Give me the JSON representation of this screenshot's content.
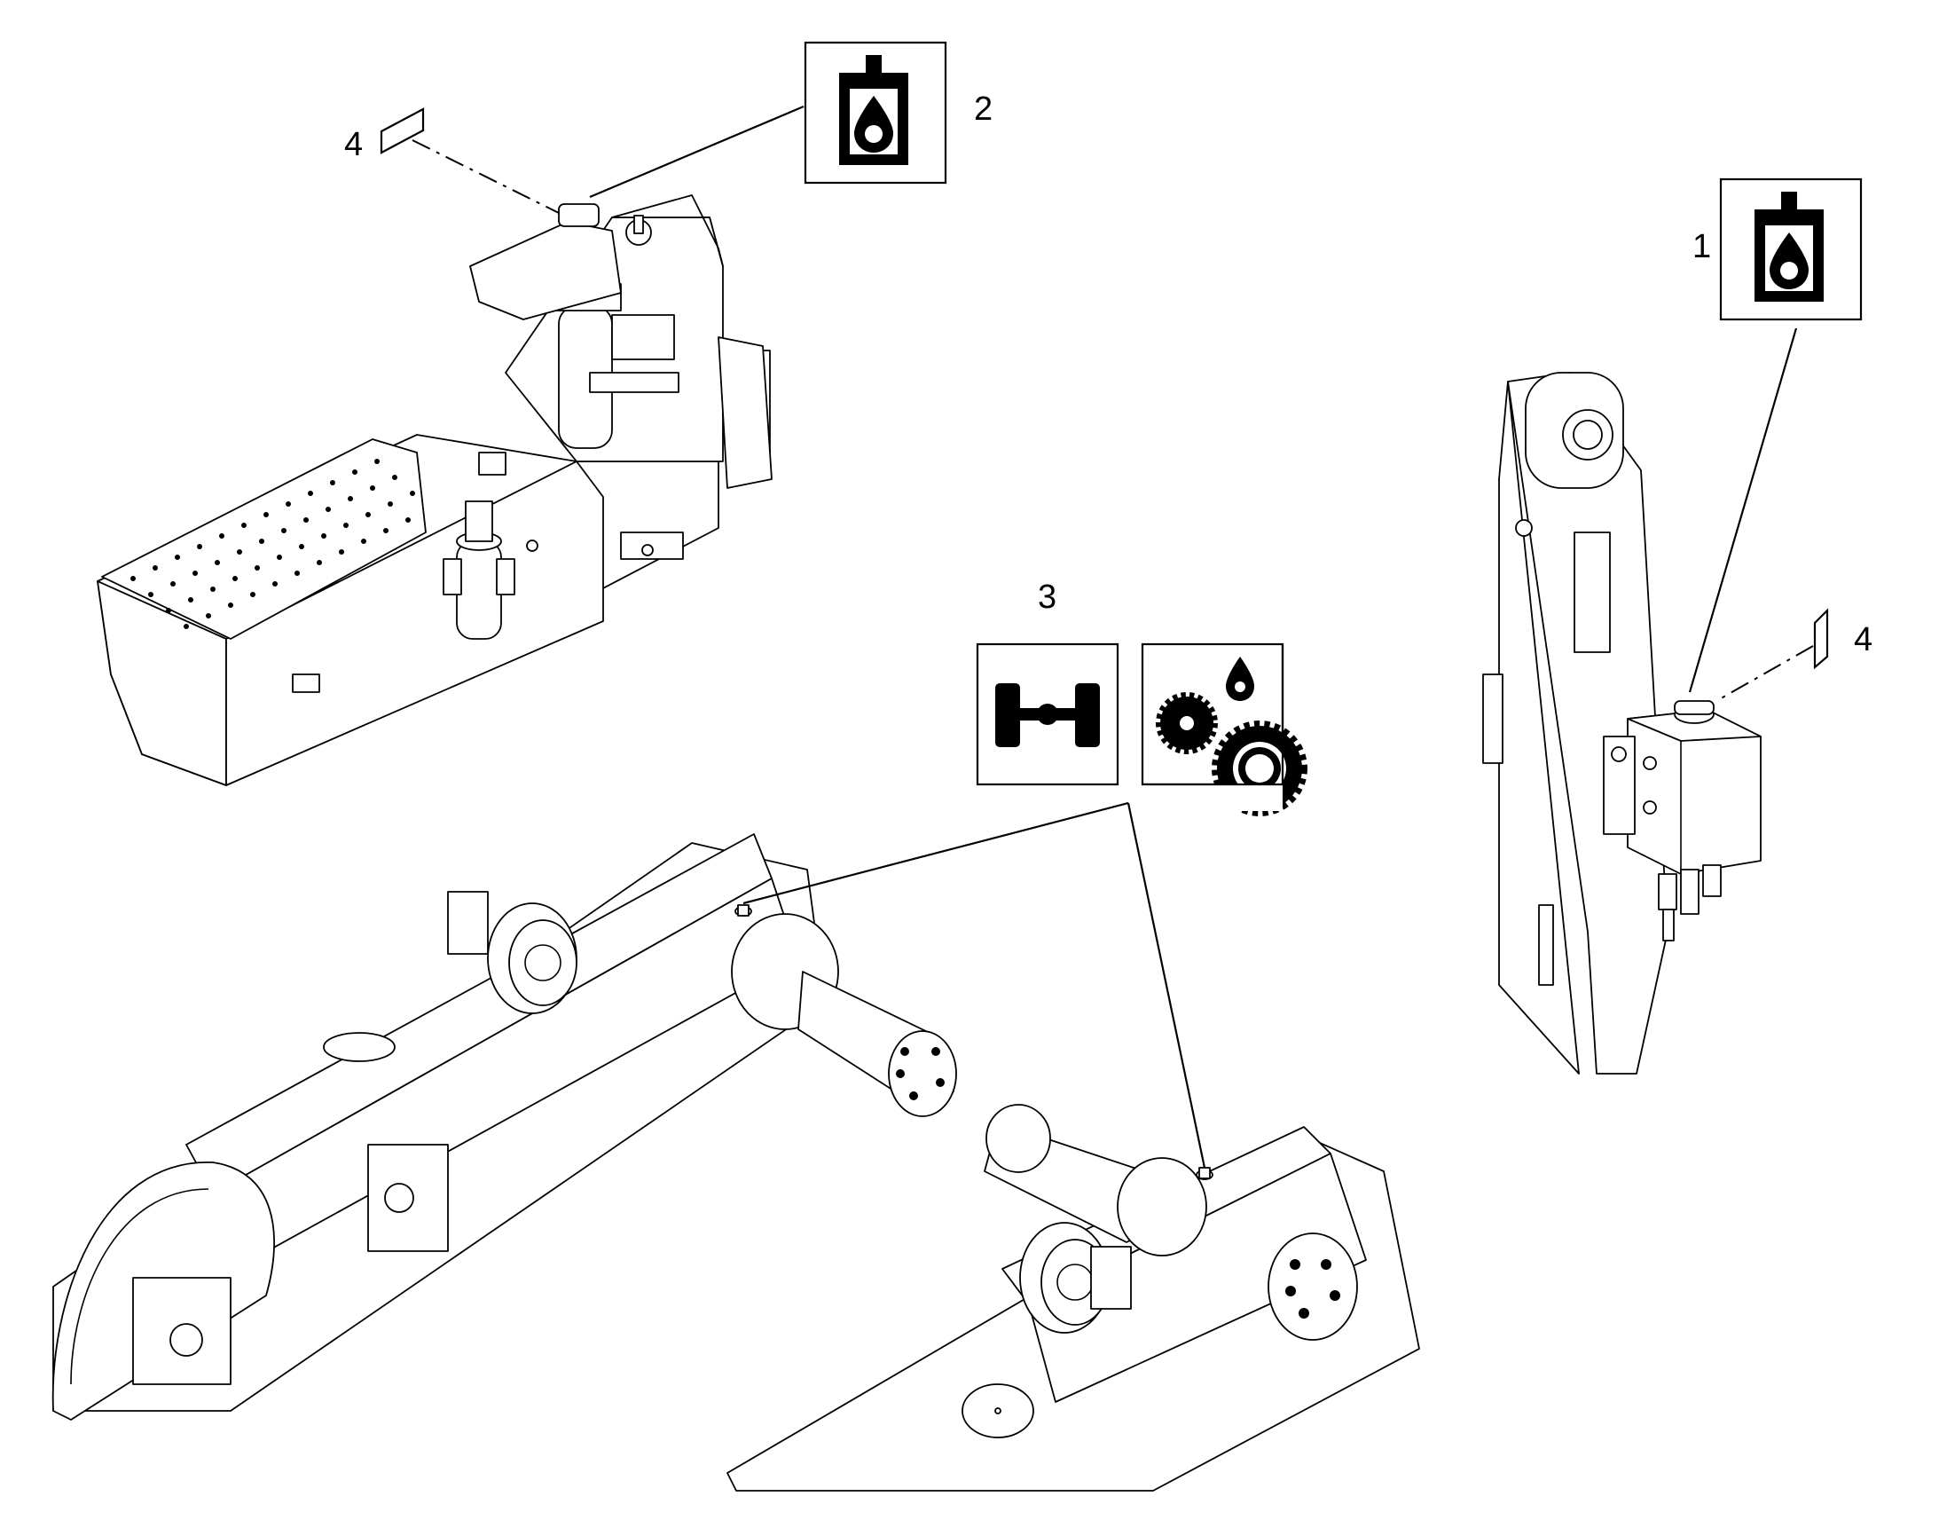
{
  "callouts": {
    "item_1": "1",
    "item_2": "2",
    "item_3": "3",
    "item_4_left": "4",
    "item_4_right": "4"
  },
  "icons": {
    "item_1": "hydraulic-oil-reservoir-icon",
    "item_2": "hydraulic-oil-reservoir-icon",
    "item_3_left": "axle-icon",
    "item_3_right": "gear-oil-icon"
  },
  "colors": {
    "ink": "#000000",
    "paper": "#ffffff"
  }
}
